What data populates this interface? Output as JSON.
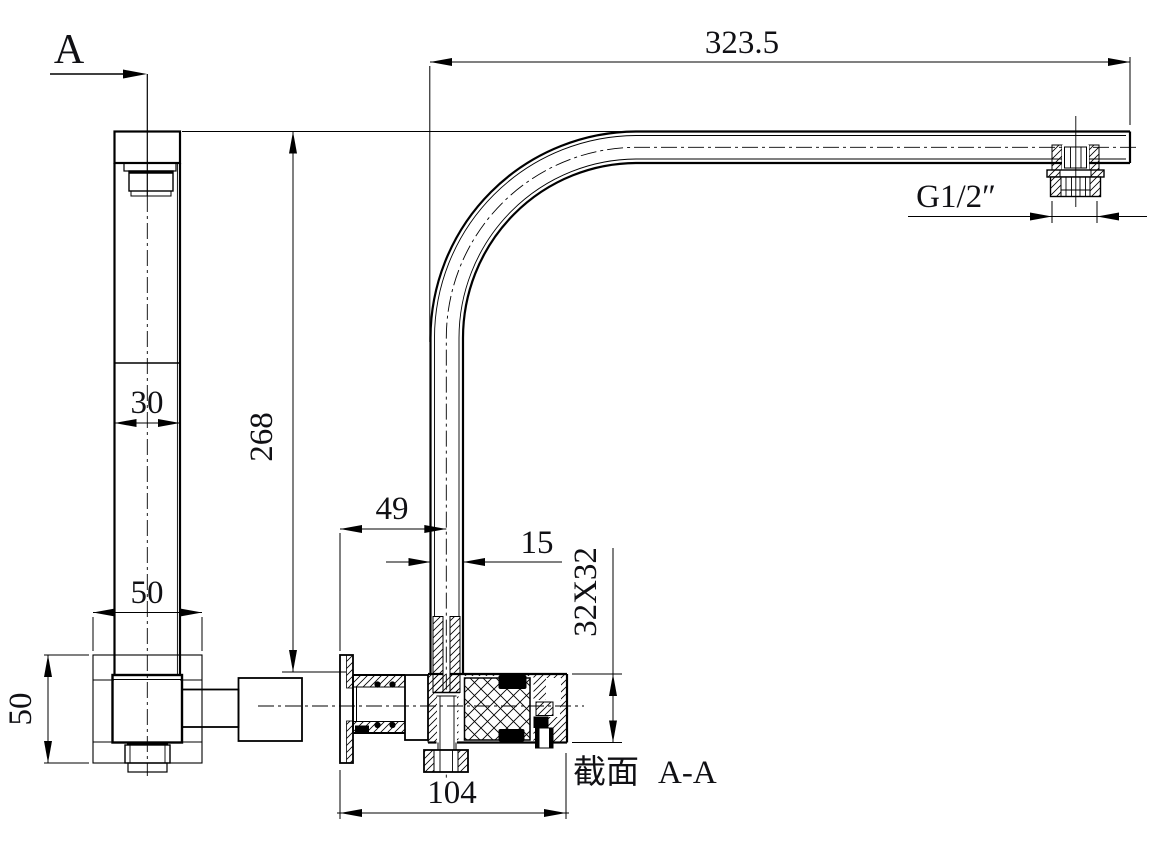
{
  "drawing": {
    "background": "#ffffff",
    "line_color": "#000000",
    "section_arrow_label": "A",
    "section_caption": "截面",
    "section_caption_id": "A-A",
    "dimensions": {
      "arm_length": "323.5",
      "outlet_thread": "G1/2″",
      "spout_height": "268",
      "spout_width": "30",
      "base_width": "50",
      "base_height": "50",
      "wall_to_tube_center": "49",
      "tube_width": "15",
      "body_section": "32X32",
      "body_length": "104"
    }
  }
}
